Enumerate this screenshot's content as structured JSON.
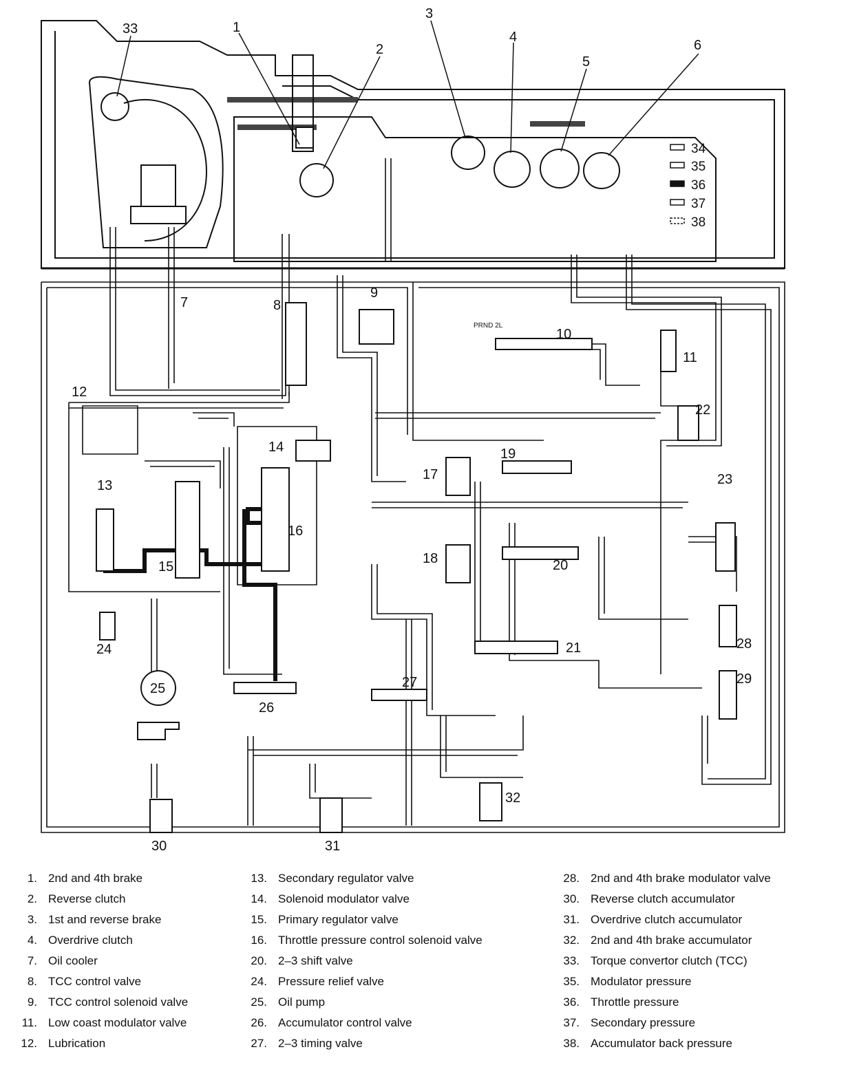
{
  "callouts": [
    "1",
    "2",
    "3",
    "4",
    "5",
    "6",
    "7",
    "8",
    "9",
    "10",
    "11",
    "12",
    "13",
    "14",
    "15",
    "16",
    "17",
    "18",
    "19",
    "20",
    "21",
    "22",
    "23",
    "24",
    "25",
    "26",
    "27",
    "28",
    "29",
    "30",
    "31",
    "32",
    "33"
  ],
  "pressure_key": [
    "34",
    "35",
    "36",
    "37",
    "38"
  ],
  "selector_label": "PRND 2L",
  "legend": {
    "col1": [
      {
        "num": "1.",
        "label": "2nd and 4th brake"
      },
      {
        "num": "2.",
        "label": "Reverse clutch"
      },
      {
        "num": "3.",
        "label": "1st and reverse brake"
      },
      {
        "num": "4.",
        "label": "Overdrive clutch"
      },
      {
        "num": "7.",
        "label": "Oil cooler"
      },
      {
        "num": "8.",
        "label": "TCC control valve"
      },
      {
        "num": "9.",
        "label": "TCC control solenoid valve"
      },
      {
        "num": "11.",
        "label": "Low coast modulator valve"
      },
      {
        "num": "12.",
        "label": "Lubrication"
      }
    ],
    "col2": [
      {
        "num": "13.",
        "label": "Secondary regulator valve"
      },
      {
        "num": "14.",
        "label": "Solenoid modulator valve"
      },
      {
        "num": "15.",
        "label": "Primary regulator valve"
      },
      {
        "num": "16.",
        "label": "Throttle pressure control solenoid valve"
      },
      {
        "num": "20.",
        "label": "2–3 shift valve"
      },
      {
        "num": "24.",
        "label": "Pressure relief valve"
      },
      {
        "num": "25.",
        "label": "Oil pump"
      },
      {
        "num": "26.",
        "label": "Accumulator control valve"
      },
      {
        "num": "27.",
        "label": "2–3 timing valve"
      }
    ],
    "col3": [
      {
        "num": "28.",
        "label": "2nd and 4th brake modulator valve"
      },
      {
        "num": "30.",
        "label": "Reverse clutch accumulator"
      },
      {
        "num": "31.",
        "label": "Overdrive clutch accumulator"
      },
      {
        "num": "32.",
        "label": "2nd and 4th brake accumulator"
      },
      {
        "num": "33.",
        "label": "Torque convertor clutch (TCC)"
      },
      {
        "num": "35.",
        "label": "Modulator pressure"
      },
      {
        "num": "36.",
        "label": "Throttle pressure"
      },
      {
        "num": "37.",
        "label": "Secondary pressure"
      },
      {
        "num": "38.",
        "label": "Accumulator back pressure"
      }
    ]
  }
}
